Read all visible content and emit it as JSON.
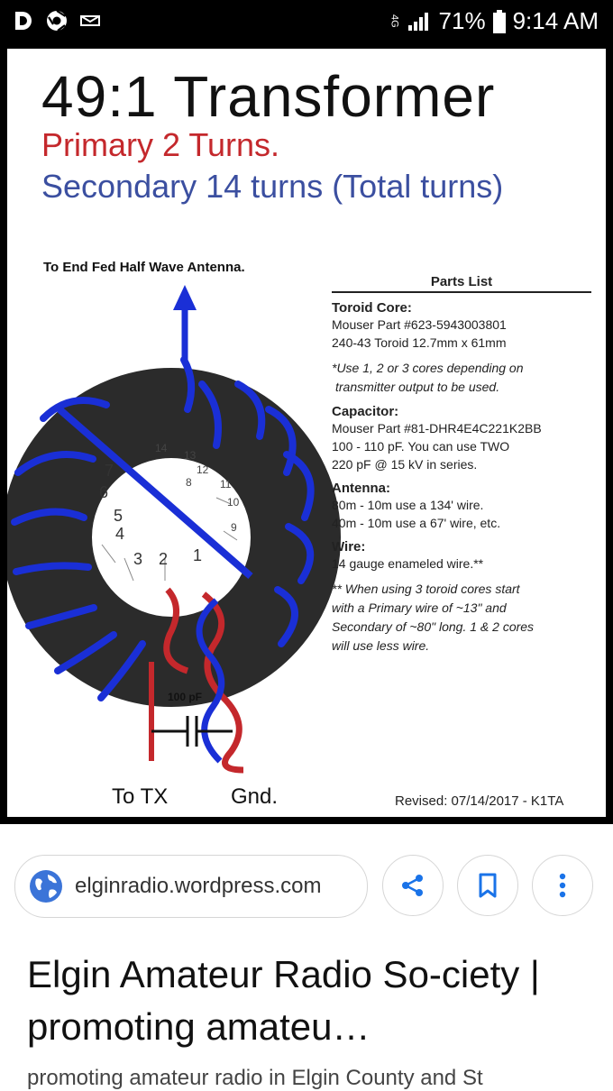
{
  "status_bar": {
    "left_icons": [
      "d-app-icon",
      "chrome-icon",
      "email-icon"
    ],
    "network_label": "4G",
    "battery_percent": "71%",
    "time": "9:14 AM"
  },
  "image": {
    "title": "49:1 Transformer",
    "primary": "Primary 2 Turns.",
    "secondary": "Secondary 14 turns (Total turns)",
    "to_end_fed": "To End Fed Half Wave Antenna.",
    "parts_list": {
      "heading": "Parts List",
      "toroid_heading": "Toroid Core:",
      "toroid_lines": [
        "Mouser Part #623-5943003801",
        "240-43 Toroid 12.7mm x 61mm"
      ],
      "toroid_note": [
        "*Use 1, 2 or 3 cores depending on",
        "transmitter output to be used."
      ],
      "capacitor_heading": "Capacitor:",
      "capacitor_lines": [
        "Mouser Part #81-DHR4E4C221K2BB",
        "100 - 110 pF. You can use TWO",
        "220 pF @ 15 kV in series."
      ],
      "antenna_heading": "Antenna:",
      "antenna_lines": [
        "80m - 10m use a 134' wire.",
        "40m - 10m use a 67' wire, etc."
      ],
      "wire_heading": "Wire:",
      "wire_lines": [
        "14 gauge enameled wire.**"
      ],
      "wire_note": [
        "** When using 3 toroid cores start",
        "with a Primary wire of ~13\" and",
        "Secondary of ~80\" long. 1 & 2 cores",
        "will use less wire."
      ]
    },
    "turn_numbers": [
      "1",
      "2",
      "3",
      "4",
      "5",
      "6",
      "7",
      "8",
      "9",
      "10",
      "11",
      "12",
      "13",
      "14"
    ],
    "capacitor_label": "100 pF",
    "to_tx": "To TX",
    "gnd": "Gnd.",
    "revised": "Revised: 07/14/2017 - K1TA",
    "colors": {
      "primary_red": "#c4282c",
      "secondary_blue": "#1a2fd6",
      "core": "#2b2b2b"
    }
  },
  "source": {
    "domain": "elginradio.wordpress.com",
    "icons": [
      "globe-icon",
      "share-icon",
      "bookmark-icon",
      "more-vert-icon"
    ]
  },
  "result": {
    "title": "Elgin Amateur Radio So-ciety | promoting amateu…",
    "snippet": "promoting amateur radio in Elgin County and St"
  }
}
